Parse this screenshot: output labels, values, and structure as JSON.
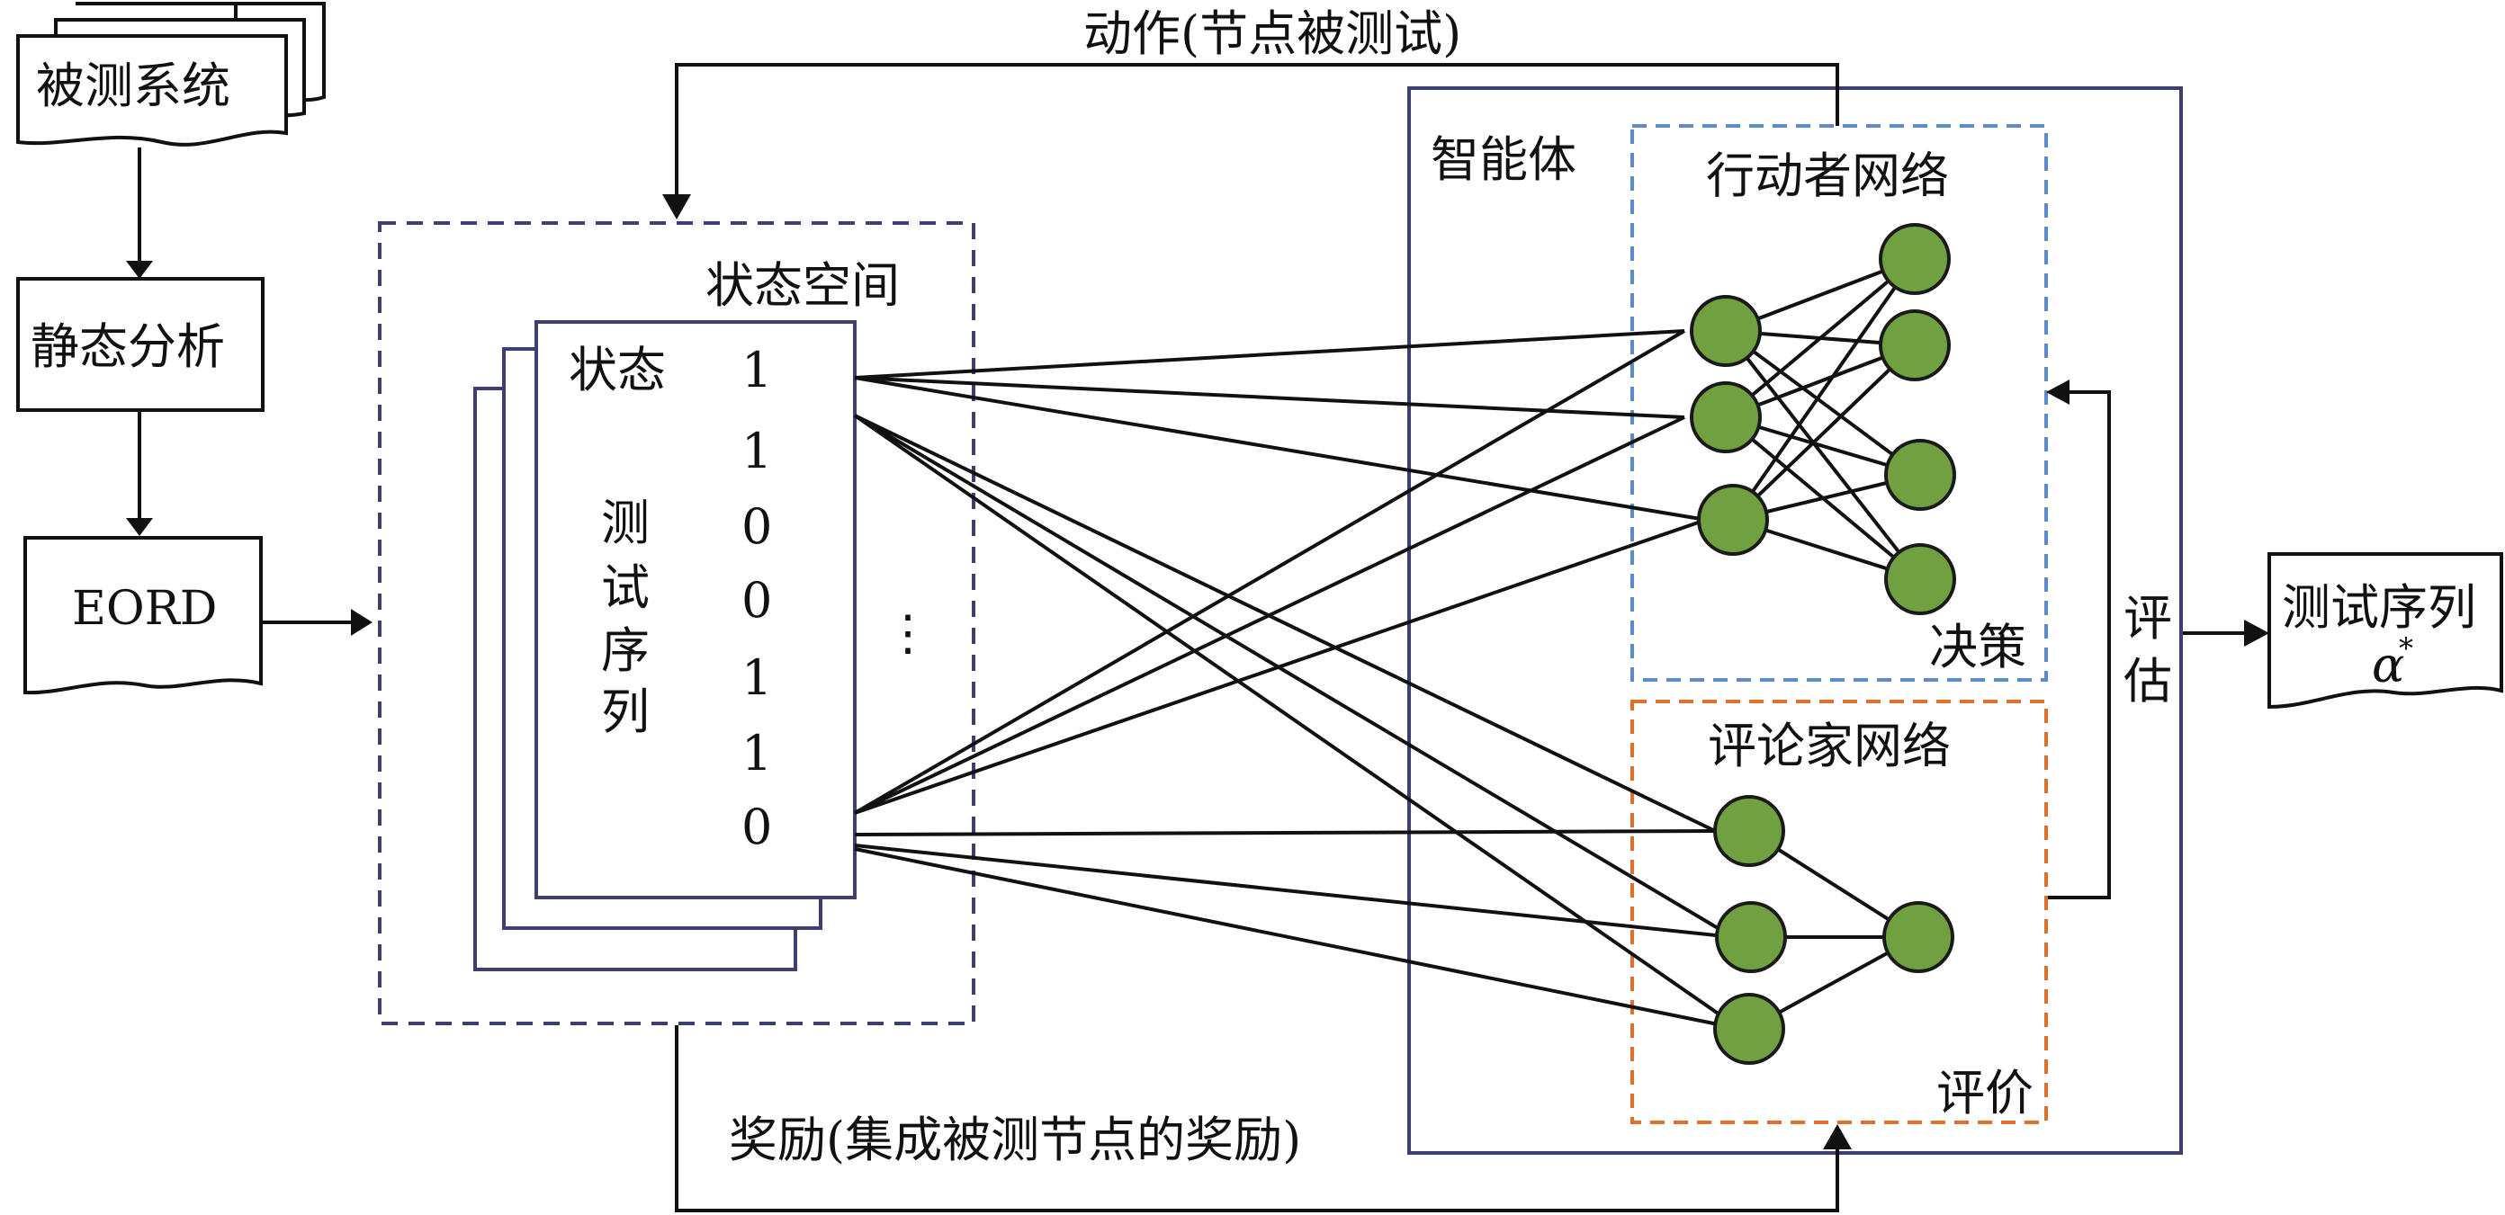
{
  "colors": {
    "node_fill": "#70a040",
    "agent_border": "#3d3f70",
    "state_space_border": "#3d3f70",
    "actor_border": "#5b8ec8",
    "critic_border": "#e07030"
  },
  "pipeline": {
    "system": "被测系统",
    "analysis": "静态分析",
    "eord": "EORD"
  },
  "state_space": {
    "title": "状态空间",
    "state_label": "状态",
    "seq_label": [
      "测",
      "试",
      "序",
      "列"
    ],
    "values": [
      "1",
      "1",
      "0",
      "0",
      "1",
      "1",
      "0"
    ],
    "ellipsis": "⋮"
  },
  "agent": {
    "title": "智能体",
    "actor_title": "行动者网络",
    "actor_caption": "决策",
    "critic_title": "评论家网络",
    "critic_caption": "评价"
  },
  "flows": {
    "action": "动作(节点被测试)",
    "reward": "奖励(集成被测节点的奖励)",
    "evaluate": [
      "评",
      "估"
    ]
  },
  "output": {
    "label": "测试序列",
    "symbol": "α",
    "superscript": "*"
  }
}
